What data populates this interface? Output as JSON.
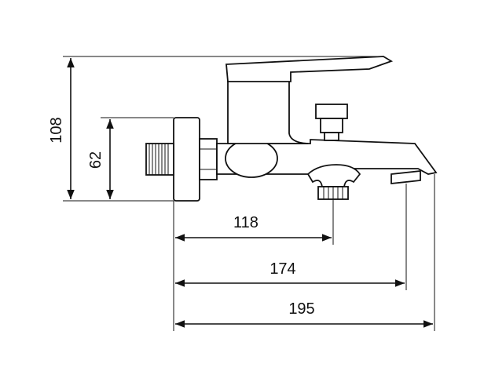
{
  "dimensions": {
    "height_total": "108",
    "height_inlet": "62",
    "width_outlet": "118",
    "width_spout": "174",
    "width_total": "195"
  }
}
